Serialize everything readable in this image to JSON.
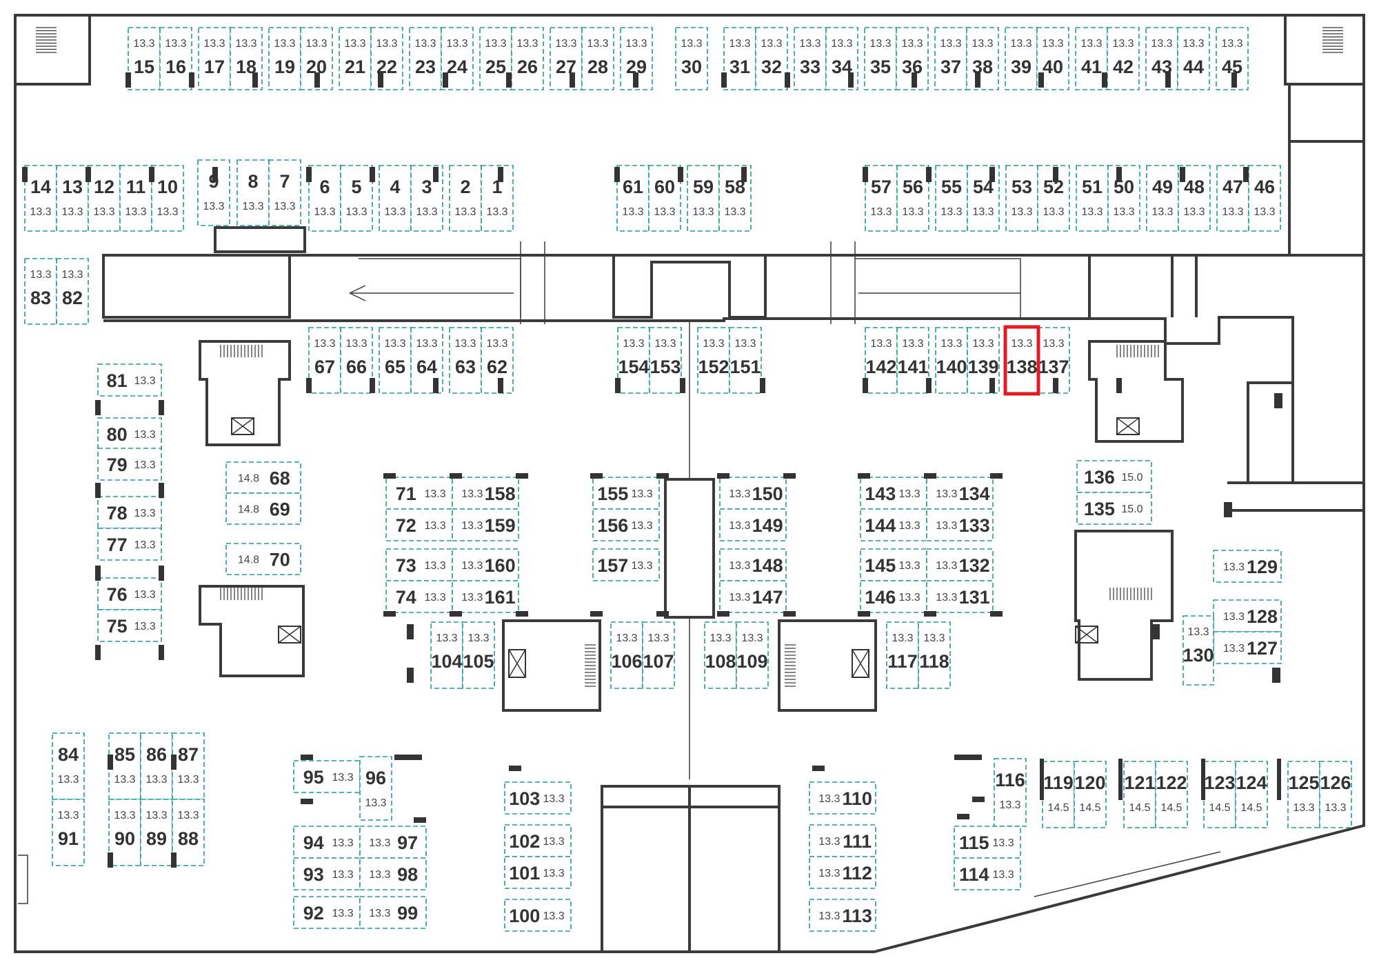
{
  "plan": {
    "highlighted_spot": "138",
    "colors": {
      "spot_border": "#1f9d93",
      "highlight": "#e01b22",
      "wall": "#3a3a3a",
      "text": "#333333"
    },
    "spots": [
      {
        "n": "15",
        "a": "13.3"
      },
      {
        "n": "16",
        "a": "13.3"
      },
      {
        "n": "17",
        "a": "13.3"
      },
      {
        "n": "18",
        "a": "13.3"
      },
      {
        "n": "19",
        "a": "13.3"
      },
      {
        "n": "20",
        "a": "13.3"
      },
      {
        "n": "21",
        "a": "13.3"
      },
      {
        "n": "22",
        "a": "13.3"
      },
      {
        "n": "23",
        "a": "13.3"
      },
      {
        "n": "24",
        "a": "13.3"
      },
      {
        "n": "25",
        "a": "13.3"
      },
      {
        "n": "26",
        "a": "13.3"
      },
      {
        "n": "27",
        "a": "13.3"
      },
      {
        "n": "28",
        "a": "13.3"
      },
      {
        "n": "29",
        "a": "13.3"
      },
      {
        "n": "30",
        "a": "13.3"
      },
      {
        "n": "31",
        "a": "13.3"
      },
      {
        "n": "32",
        "a": "13.3"
      },
      {
        "n": "33",
        "a": "13.3"
      },
      {
        "n": "34",
        "a": "13.3"
      },
      {
        "n": "35",
        "a": "13.3"
      },
      {
        "n": "36",
        "a": "13.3"
      },
      {
        "n": "37",
        "a": "13.3"
      },
      {
        "n": "38",
        "a": "13.3"
      },
      {
        "n": "39",
        "a": "13.3"
      },
      {
        "n": "40",
        "a": "13.3"
      },
      {
        "n": "41",
        "a": "13.3"
      },
      {
        "n": "42",
        "a": "13.3"
      },
      {
        "n": "43",
        "a": "13.3"
      },
      {
        "n": "44",
        "a": "13.3"
      },
      {
        "n": "45",
        "a": "13.3"
      },
      {
        "n": "14",
        "a": "13.3"
      },
      {
        "n": "13",
        "a": "13.3"
      },
      {
        "n": "12",
        "a": "13.3"
      },
      {
        "n": "11",
        "a": "13.3"
      },
      {
        "n": "10",
        "a": "13.3"
      },
      {
        "n": "9",
        "a": "13.3"
      },
      {
        "n": "8",
        "a": "13.3"
      },
      {
        "n": "7",
        "a": "13.3"
      },
      {
        "n": "6",
        "a": "13.3"
      },
      {
        "n": "5",
        "a": "13.3"
      },
      {
        "n": "4",
        "a": "13.3"
      },
      {
        "n": "3",
        "a": "13.3"
      },
      {
        "n": "2",
        "a": "13.3"
      },
      {
        "n": "1",
        "a": "13.3"
      },
      {
        "n": "61",
        "a": "13.3"
      },
      {
        "n": "60",
        "a": "13.3"
      },
      {
        "n": "59",
        "a": "13.3"
      },
      {
        "n": "58",
        "a": "13.3"
      },
      {
        "n": "57",
        "a": "13.3"
      },
      {
        "n": "56",
        "a": "13.3"
      },
      {
        "n": "55",
        "a": "13.3"
      },
      {
        "n": "54",
        "a": "13.3"
      },
      {
        "n": "53",
        "a": "13.3"
      },
      {
        "n": "52",
        "a": "13.3"
      },
      {
        "n": "51",
        "a": "13.3"
      },
      {
        "n": "50",
        "a": "13.3"
      },
      {
        "n": "49",
        "a": "13.3"
      },
      {
        "n": "48",
        "a": "13.3"
      },
      {
        "n": "47",
        "a": "13.3"
      },
      {
        "n": "46",
        "a": "13.3"
      },
      {
        "n": "83",
        "a": "13.3"
      },
      {
        "n": "82",
        "a": "13.3"
      },
      {
        "n": "67",
        "a": "13.3"
      },
      {
        "n": "66",
        "a": "13.3"
      },
      {
        "n": "65",
        "a": "13.3"
      },
      {
        "n": "64",
        "a": "13.3"
      },
      {
        "n": "63",
        "a": "13.3"
      },
      {
        "n": "62",
        "a": "13.3"
      },
      {
        "n": "154",
        "a": "13.3"
      },
      {
        "n": "153",
        "a": "13.3"
      },
      {
        "n": "152",
        "a": "13.3"
      },
      {
        "n": "151",
        "a": "13.3"
      },
      {
        "n": "142",
        "a": "13.3"
      },
      {
        "n": "141",
        "a": "13.3"
      },
      {
        "n": "140",
        "a": "13.3"
      },
      {
        "n": "139",
        "a": "13.3"
      },
      {
        "n": "138",
        "a": "13.3"
      },
      {
        "n": "137",
        "a": "13.3"
      },
      {
        "n": "81",
        "a": "13.3"
      },
      {
        "n": "80",
        "a": "13.3"
      },
      {
        "n": "79",
        "a": "13.3"
      },
      {
        "n": "78",
        "a": "13.3"
      },
      {
        "n": "77",
        "a": "13.3"
      },
      {
        "n": "76",
        "a": "13.3"
      },
      {
        "n": "75",
        "a": "13.3"
      },
      {
        "n": "68",
        "a": "14.8"
      },
      {
        "n": "69",
        "a": "14.8"
      },
      {
        "n": "70",
        "a": "14.8"
      },
      {
        "n": "71",
        "a": "13.3"
      },
      {
        "n": "72",
        "a": "13.3"
      },
      {
        "n": "73",
        "a": "13.3"
      },
      {
        "n": "74",
        "a": "13.3"
      },
      {
        "n": "158",
        "a": "13.3"
      },
      {
        "n": "159",
        "a": "13.3"
      },
      {
        "n": "160",
        "a": "13.3"
      },
      {
        "n": "161",
        "a": "13.3"
      },
      {
        "n": "155",
        "a": "13.3"
      },
      {
        "n": "156",
        "a": "13.3"
      },
      {
        "n": "157",
        "a": "13.3"
      },
      {
        "n": "150",
        "a": "13.3"
      },
      {
        "n": "149",
        "a": "13.3"
      },
      {
        "n": "148",
        "a": "13.3"
      },
      {
        "n": "147",
        "a": "13.3"
      },
      {
        "n": "143",
        "a": "13.3"
      },
      {
        "n": "144",
        "a": "13.3"
      },
      {
        "n": "145",
        "a": "13.3"
      },
      {
        "n": "146",
        "a": "13.3"
      },
      {
        "n": "134",
        "a": "13.3"
      },
      {
        "n": "133",
        "a": "13.3"
      },
      {
        "n": "132",
        "a": "13.3"
      },
      {
        "n": "131",
        "a": "13.3"
      },
      {
        "n": "136",
        "a": "15.0"
      },
      {
        "n": "135",
        "a": "15.0"
      },
      {
        "n": "129",
        "a": "13.3"
      },
      {
        "n": "128",
        "a": "13.3"
      },
      {
        "n": "127",
        "a": "13.3"
      },
      {
        "n": "130",
        "a": "13.3"
      },
      {
        "n": "104",
        "a": "13.3"
      },
      {
        "n": "105",
        "a": "13.3"
      },
      {
        "n": "106",
        "a": "13.3"
      },
      {
        "n": "107",
        "a": "13.3"
      },
      {
        "n": "108",
        "a": "13.3"
      },
      {
        "n": "109",
        "a": "13.3"
      },
      {
        "n": "117",
        "a": "13.3"
      },
      {
        "n": "118",
        "a": "13.3"
      },
      {
        "n": "84",
        "a": "13.3"
      },
      {
        "n": "91",
        "a": "13.3"
      },
      {
        "n": "85",
        "a": "13.3"
      },
      {
        "n": "86",
        "a": "13.3"
      },
      {
        "n": "87",
        "a": "13.3"
      },
      {
        "n": "90",
        "a": "13.3"
      },
      {
        "n": "89",
        "a": "13.3"
      },
      {
        "n": "88",
        "a": "13.3"
      },
      {
        "n": "95",
        "a": "13.3"
      },
      {
        "n": "96",
        "a": "13.3"
      },
      {
        "n": "94",
        "a": "13.3"
      },
      {
        "n": "97",
        "a": "13.3"
      },
      {
        "n": "93",
        "a": "13.3"
      },
      {
        "n": "98",
        "a": "13.3"
      },
      {
        "n": "92",
        "a": "13.3"
      },
      {
        "n": "99",
        "a": "13.3"
      },
      {
        "n": "103",
        "a": "13.3"
      },
      {
        "n": "102",
        "a": "13.3"
      },
      {
        "n": "101",
        "a": "13.3"
      },
      {
        "n": "100",
        "a": "13.3"
      },
      {
        "n": "110",
        "a": "13.3"
      },
      {
        "n": "111",
        "a": "13.3"
      },
      {
        "n": "112",
        "a": "13.3"
      },
      {
        "n": "113",
        "a": "13.3"
      },
      {
        "n": "116",
        "a": "13.3"
      },
      {
        "n": "115",
        "a": "13.3"
      },
      {
        "n": "114",
        "a": "13.3"
      },
      {
        "n": "119",
        "a": "14.5"
      },
      {
        "n": "120",
        "a": "14.5"
      },
      {
        "n": "121",
        "a": "14.5"
      },
      {
        "n": "122",
        "a": "14.5"
      },
      {
        "n": "123",
        "a": "14.5"
      },
      {
        "n": "124",
        "a": "14.5"
      },
      {
        "n": "125",
        "a": "13.3"
      },
      {
        "n": "126",
        "a": "13.3"
      }
    ]
  }
}
